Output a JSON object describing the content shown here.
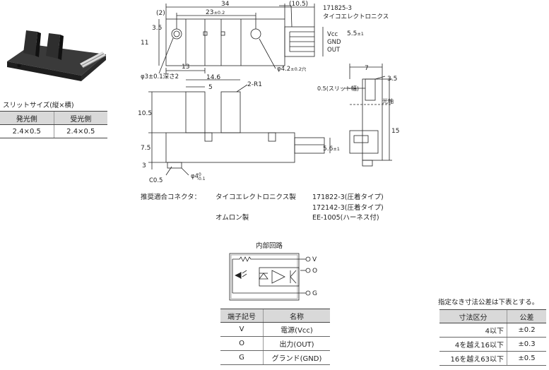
{
  "slit": {
    "title": "スリットサイズ(縦×横)",
    "headers": [
      "発光側",
      "受光側"
    ],
    "values": [
      "2.4×0.5",
      "2.4×0.5"
    ]
  },
  "dims": {
    "d34": "34",
    "d10_5": "(10.5)",
    "d2": "(2)",
    "d23": "23",
    "d23_tol": "±0.2",
    "d3_5a": "3.5",
    "d11": "11",
    "d13": "13",
    "hole1": "φ3±0.1深さ2",
    "hole2": "φ4.2",
    "hole2_tol": "±0.2穴",
    "part_no": "171825-3",
    "maker": "タイコエレクトロニクス",
    "vcc": "Vcc",
    "gnd": "GND",
    "out": "OUT",
    "d5_5": "5.5",
    "d5_5_tol": "±1",
    "d14_6": "14.6",
    "d5": "5",
    "r1": "2-R1",
    "d10_5b": "10.5",
    "d7_5": "7.5",
    "d3b": "3",
    "c0_5": "C0.5",
    "phi4": "φ4",
    "phi4_tol": "-0.1",
    "phi4_tol_top": "0",
    "d5_6": "5.6",
    "d5_6_tol": "±1",
    "d7": "7",
    "d3_5b": "3.5",
    "slit_width": "0.5(スリット幅)",
    "optical_axis": "光軸",
    "d15": "15"
  },
  "connector": {
    "label": "推奨適合コネクタ：",
    "maker1": "タイコエレクトロニクス製",
    "part1": "171822-3(圧着タイプ)",
    "part2": "172142-3(圧着タイプ)",
    "maker2": "オムロン製",
    "part3": "EE-1005(ハーネス付)"
  },
  "circuit": {
    "title": "内部回路",
    "v": "V",
    "o": "O",
    "g": "G"
  },
  "terminals": {
    "headers": [
      "端子記号",
      "名称"
    ],
    "rows": [
      {
        "sym": "V",
        "name": "電源(Vcc)"
      },
      {
        "sym": "O",
        "name": "出力(OUT)"
      },
      {
        "sym": "G",
        "name": "グランド(GND)"
      }
    ]
  },
  "tolerance": {
    "note": "指定なき寸法公差は下表とする。",
    "headers": [
      "寸法区分",
      "公差"
    ],
    "rows": [
      {
        "range": "4以下",
        "tol": "±0.2"
      },
      {
        "range": "4を越え16以下",
        "tol": "±0.3"
      },
      {
        "range": "16を越え63以下",
        "tol": "±0.5"
      }
    ]
  }
}
